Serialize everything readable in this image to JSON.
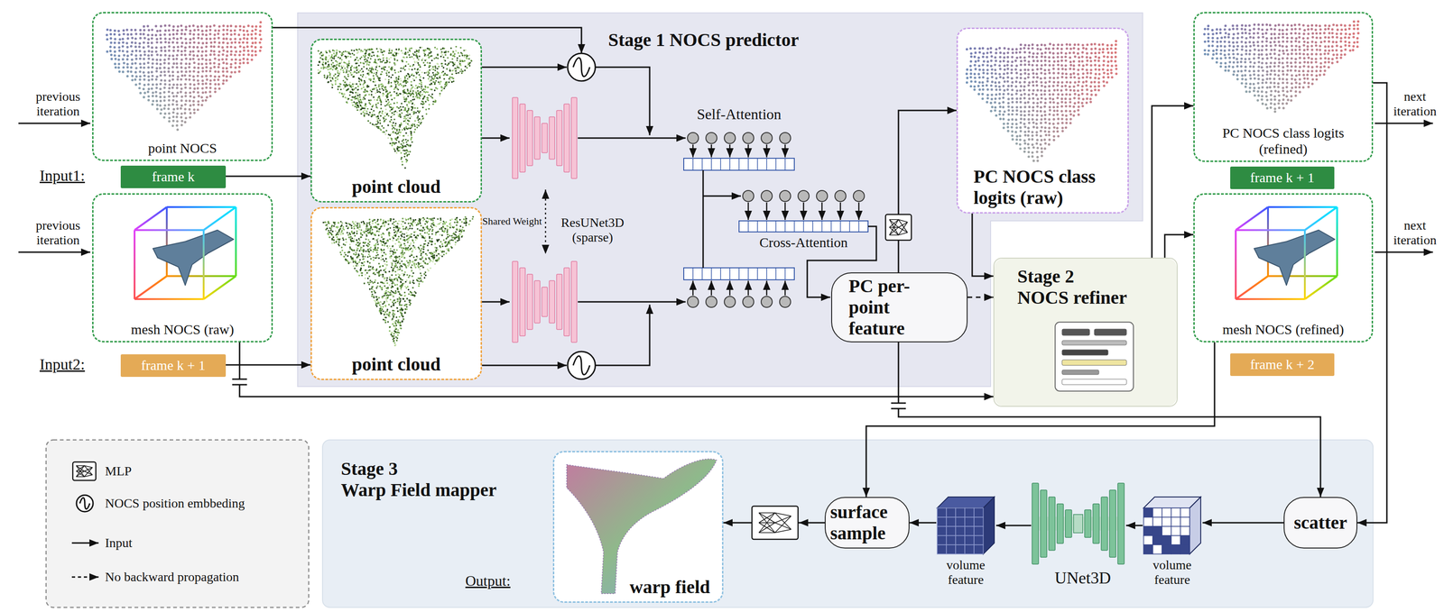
{
  "diagram": {
    "nodes": [
      {
        "text": [
          "point NOCS"
        ]
      },
      {
        "text": [
          "frame k"
        ]
      },
      {
        "text": [
          "mesh NOCS (raw)"
        ]
      },
      {
        "text": [
          "frame k + 1"
        ]
      },
      {
        "text": [
          "Stage 1 NOCS predictor"
        ]
      },
      {
        "text": [
          "point cloud"
        ],
        "in": 4
      },
      {
        "text": [
          "point cloud"
        ],
        "in": 4
      },
      {
        "text": [
          "PC per-point feature"
        ],
        "in": 4
      },
      {
        "text": [
          "PC NOCS class logits (raw)"
        ],
        "in": 4
      },
      {
        "text": [
          "PC NOCS class logits (refined)"
        ]
      },
      {
        "text": [
          "frame k + 1"
        ]
      },
      {
        "text": [
          "mesh NOCS (refined)"
        ]
      },
      {
        "text": [
          "frame k + 2"
        ]
      },
      {
        "text": [
          "Stage 2",
          "NOCS refiner"
        ]
      },
      {
        "text": [
          "Stage 3",
          "Warp Field mapper"
        ]
      },
      {
        "text": [
          "warp field"
        ],
        "in": 14
      },
      {
        "text": [
          "surface sample"
        ],
        "in": 14
      },
      {
        "text": [
          "scatter"
        ],
        "in": 14
      }
    ],
    "edges": [
      {
        "from": 1,
        "to": 5,
        "arrow": "to"
      },
      {
        "from": 3,
        "to": 6,
        "arrow": "to"
      },
      {
        "from": 7,
        "to": 8,
        "arrow": "to"
      },
      {
        "from": 8,
        "to": 13,
        "arrow": "to"
      },
      {
        "from": 7,
        "to": 13,
        "arrow": "to"
      },
      {
        "from": 2,
        "to": 13,
        "arrow": "to"
      },
      {
        "from": 13,
        "to": 9,
        "arrow": "to"
      },
      {
        "from": 13,
        "to": 11,
        "arrow": "to"
      },
      {
        "from": 9,
        "to": 17,
        "arrow": "to"
      },
      {
        "from": 11,
        "to": 16,
        "arrow": "to"
      },
      {
        "from": 7,
        "to": 17,
        "arrow": "to"
      },
      {
        "from": 16,
        "to": 15,
        "arrow": "to"
      }
    ],
    "labels": [
      "previous iteration",
      "previous iteration",
      "Input1:",
      "Input2:",
      "Shared Weight",
      "ResUNet3D (sparse)",
      "Self-Attention",
      "Cross-Attention",
      "next iteration",
      "next iteration",
      "Output:",
      "volume feature",
      "volume feature",
      "UNet3D"
    ],
    "legend": [
      {
        "text": "MLP"
      },
      {
        "text": "NOCS position embbeding"
      },
      {
        "text": "Input"
      },
      {
        "text": "No backward propagation"
      }
    ]
  }
}
